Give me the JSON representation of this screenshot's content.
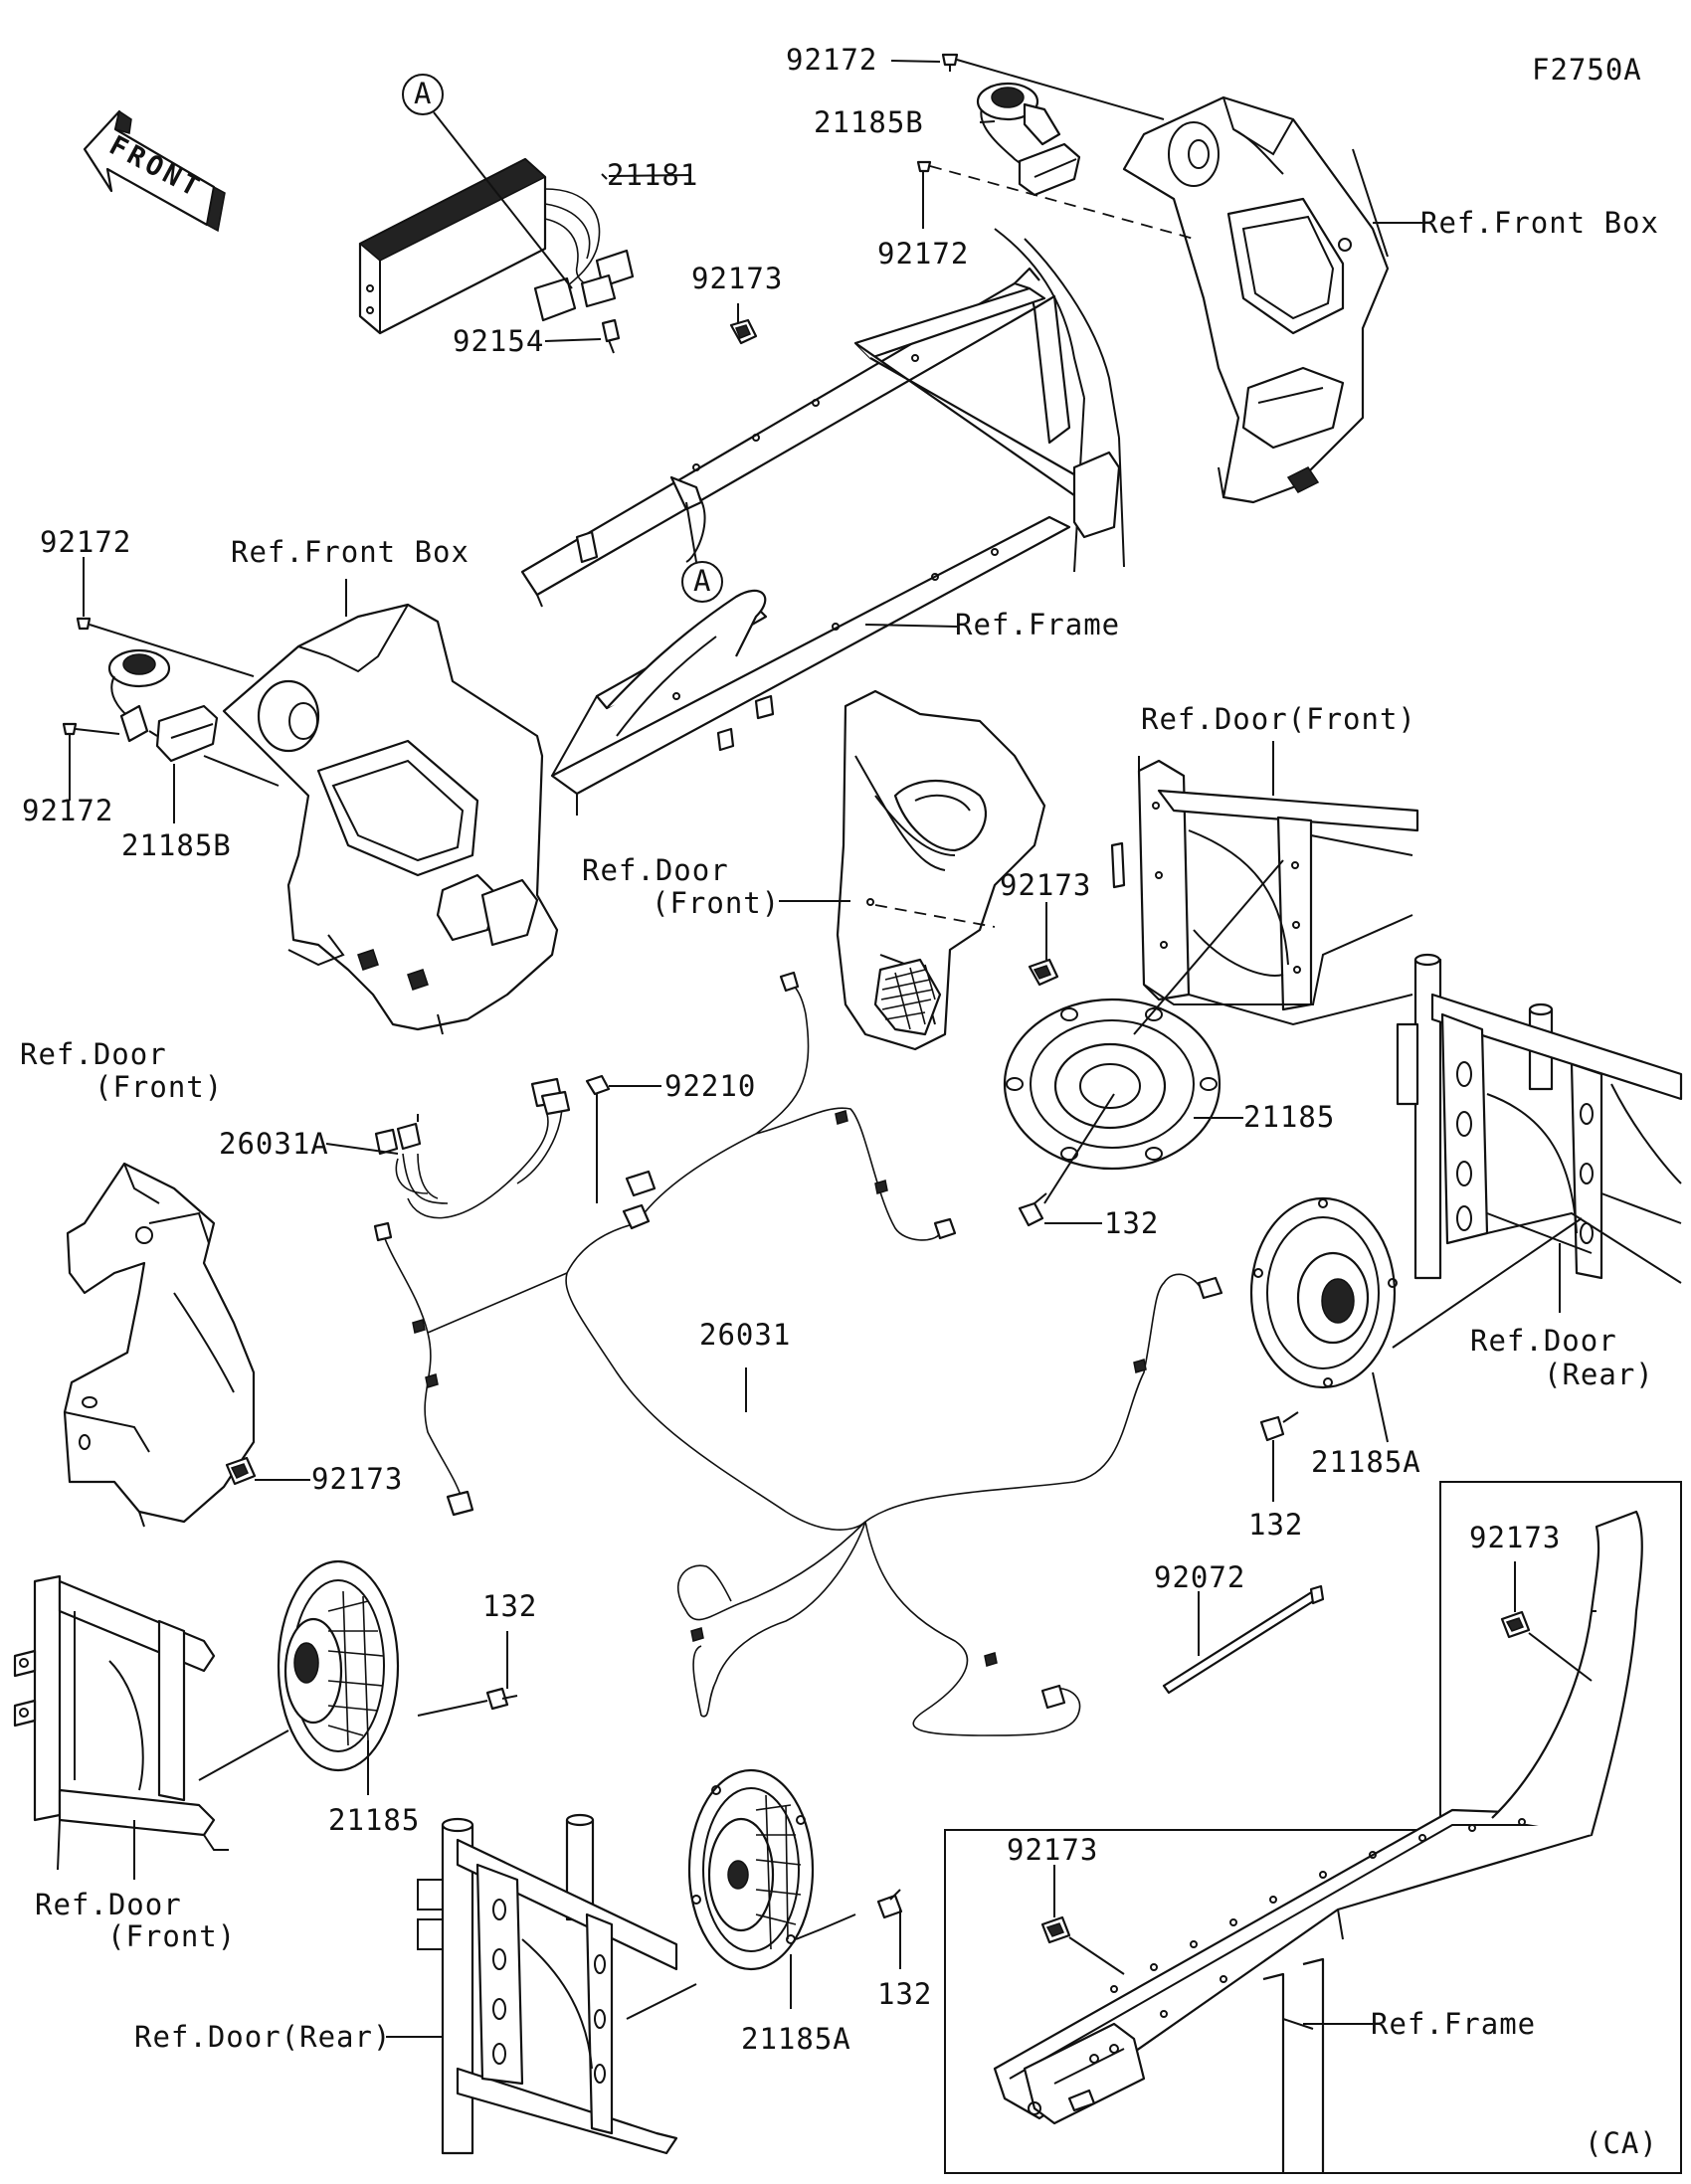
{
  "diagram": {
    "figure_code": "F2750A",
    "front_arrow": "FRONT",
    "region_label": "(CA)",
    "callouts": {
      "marker_a": "A",
      "p21181": "21181",
      "p92154": "92154",
      "p92172": "92172",
      "p21185b": "21185B",
      "p92173": "92173",
      "p92210": "92210",
      "p26031a": "26031A",
      "p26031": "26031",
      "p21185": "21185",
      "p21185a": "21185A",
      "p132": "132",
      "p92072": "92072"
    },
    "references": {
      "front_box": "Ref.Front Box",
      "frame": "Ref.Frame",
      "door_front": "Ref.Door(Front)",
      "door_front_line1": "Ref.Door",
      "door_front_line2": "(Front)",
      "door_rear": "Ref.Door(Rear)",
      "door_rear_line1": "Ref.Door",
      "door_rear_line2": "(Rear)"
    }
  }
}
